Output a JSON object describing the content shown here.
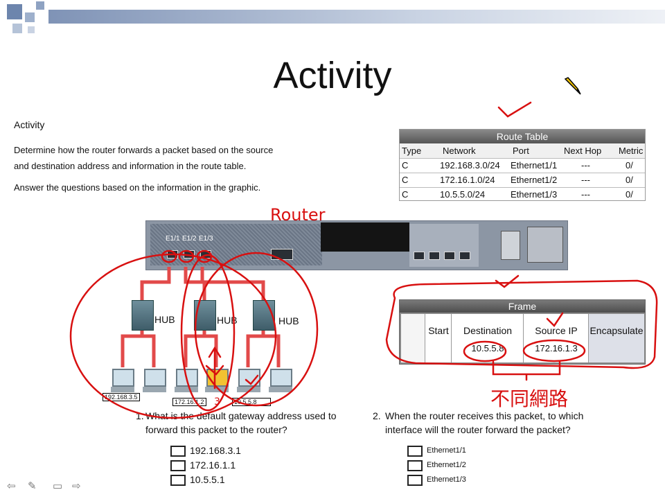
{
  "slide": {
    "title": "Activity"
  },
  "activity": {
    "heading": "Activity",
    "instruction_1": "Determine how the router forwards a packet based on the source",
    "instruction_2": "and destination address and information in the route table.",
    "instruction_3": "Answer the questions based on the information in the graphic."
  },
  "route_table": {
    "title": "Route Table",
    "columns": [
      "Type",
      "Network",
      "Port",
      "Next Hop",
      "Metric"
    ],
    "rows": [
      [
        "C",
        "192.168.3.0/24",
        "Ethernet1/1",
        "---",
        "0/"
      ],
      [
        "C",
        "172.16.1.0/24",
        "Ethernet1/2",
        "---",
        "0/"
      ],
      [
        "C",
        "10.5.5.0/24",
        "Ethernet1/3",
        "---",
        "0/"
      ]
    ]
  },
  "router": {
    "ports": [
      "E1/1",
      "E1/2",
      "E1/3"
    ]
  },
  "frame": {
    "title": "Frame",
    "columns": [
      "Start",
      "Destination",
      "Source IP",
      "Encapsulate"
    ],
    "destination": "10.5.5.8",
    "source_ip": "172.16.1.3"
  },
  "network": {
    "hub_label": "HUB",
    "pc_ips": [
      "192.168.3.5",
      "172.16.1.2",
      "10.5.5.8"
    ]
  },
  "questions": [
    {
      "number": "1.",
      "line1": "What is the default gateway address used to",
      "line2": "forward this packet to the router?",
      "options": [
        "192.168.3.1",
        "172.16.1.1",
        "10.5.5.1"
      ]
    },
    {
      "number": "2.",
      "line1": "When the router receives this packet, to which",
      "line2": "interface will the router forward the packet?",
      "options": [
        "Ethernet1/1",
        "Ethernet1/2",
        "Ethernet1/3"
      ]
    }
  ],
  "annotations": {
    "router_label": "Router",
    "different_network": "不同網路",
    "pc_number": "3"
  },
  "colors": {
    "annotation": "#d81010",
    "cable": "#e24a4a",
    "accent": "#6d85ad"
  },
  "icons": [
    "pencil-icon",
    "prev-arrow-icon",
    "pen-icon",
    "menu-icon",
    "next-arrow-icon"
  ]
}
